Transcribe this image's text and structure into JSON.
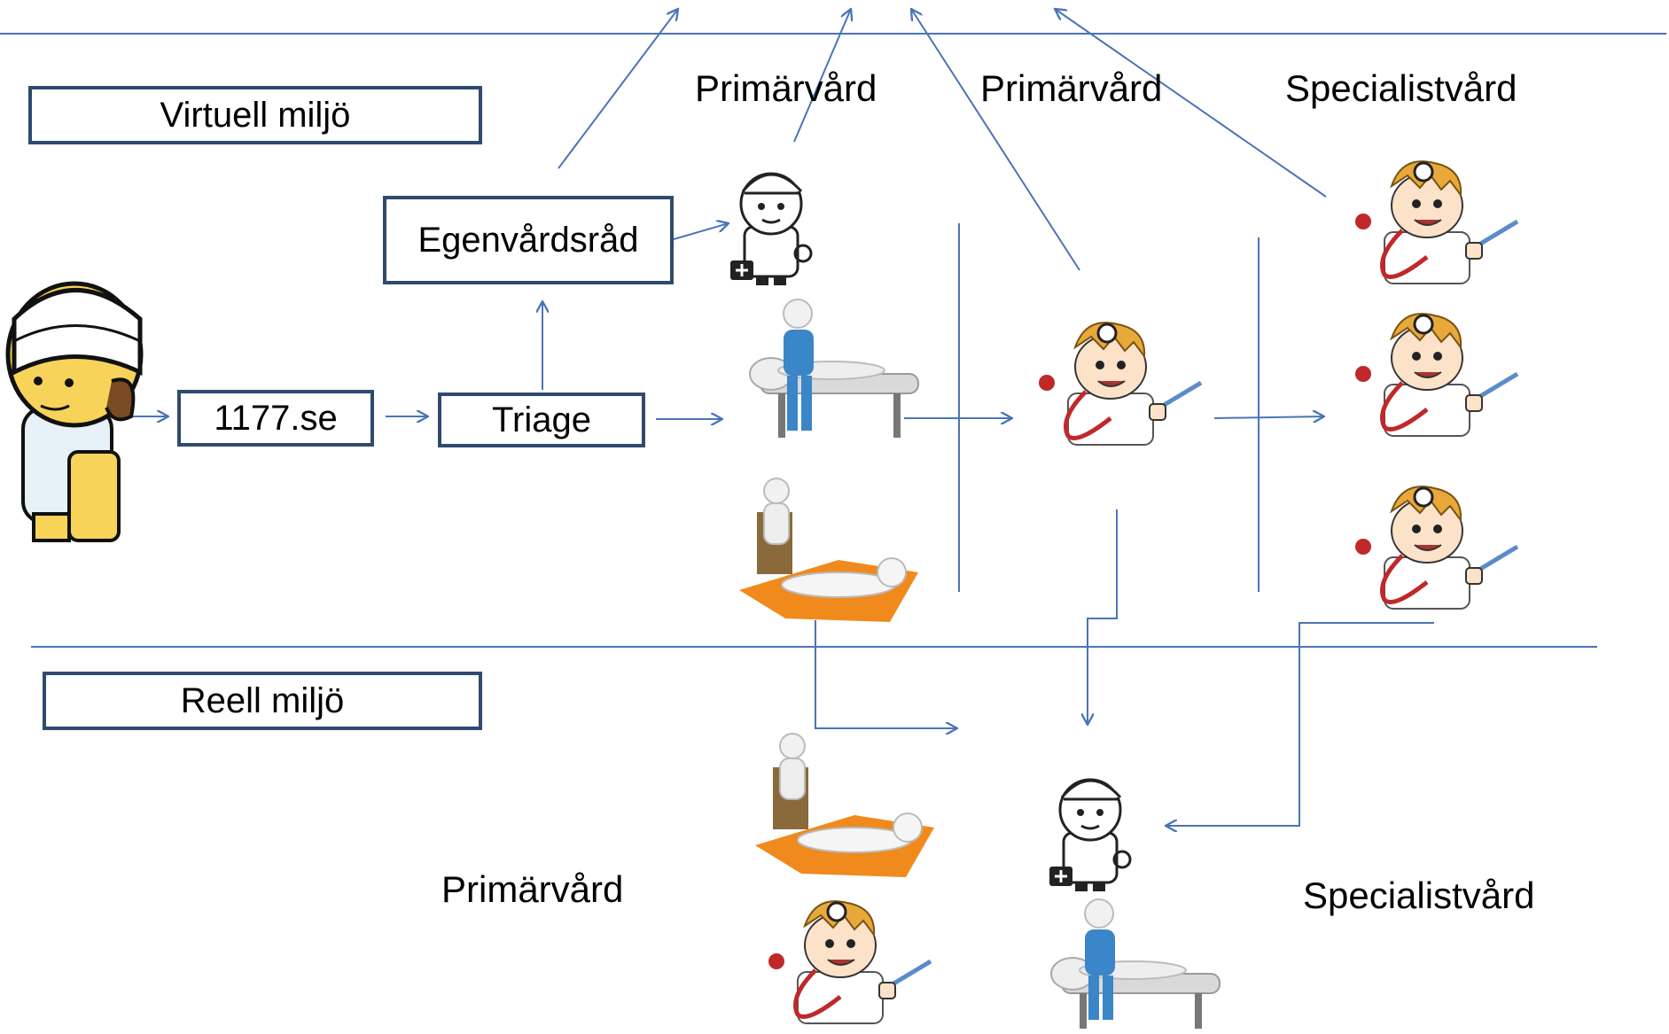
{
  "boxes": {
    "virtual": "Virtuell miljö",
    "real": "Reell miljö",
    "egenvard": "Egenvårdsråd",
    "site": "1177.se",
    "triage": "Triage"
  },
  "labels": {
    "primar_1": "Primärvård",
    "primar_2": "Primärvård",
    "special_1": "Specialistvård",
    "primar_3": "Primärvård",
    "special_2": "Specialistvård"
  },
  "colors": {
    "line": "#4a74b8",
    "box_border": "#2f4a6f",
    "mat": "#f08a1c",
    "patient_skin": "#f7d35a",
    "doctor_hair": "#e8a93a",
    "stethoscope": "#c0282a",
    "scrubs": "#3a86c8"
  },
  "icons": {
    "patient": "bandaged-patient-icon",
    "nurse": "cartoon-doctor-with-bag-icon",
    "specialist": "doctor-with-syringe-icon",
    "physio": "physiotherapist-at-table-icon",
    "therapy": "therapist-and-patient-icon"
  }
}
